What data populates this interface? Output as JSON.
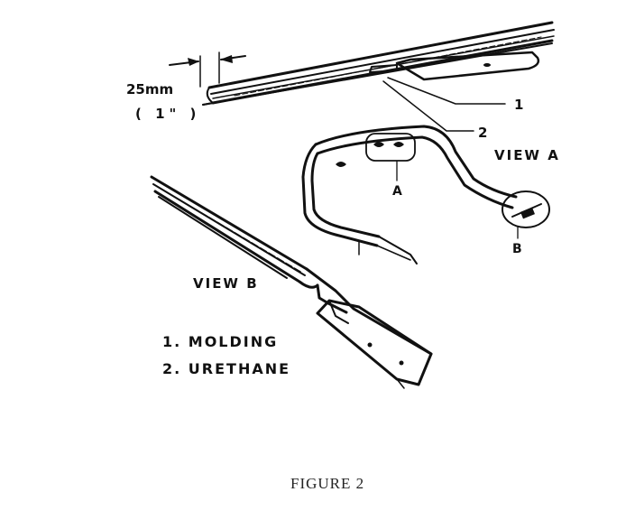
{
  "figure": {
    "caption": "FIGURE 2",
    "dimension": {
      "metric": "25mm",
      "imperial": "( 1\" )"
    },
    "callouts": {
      "molding_number": "1",
      "urethane_number": "2",
      "point_a": "A",
      "point_b": "B"
    },
    "views": {
      "view_a": "VIEW A",
      "view_b": "VIEW B"
    },
    "legend": [
      {
        "text": "1. MOLDING"
      },
      {
        "text": "2. URETHANE"
      }
    ]
  }
}
